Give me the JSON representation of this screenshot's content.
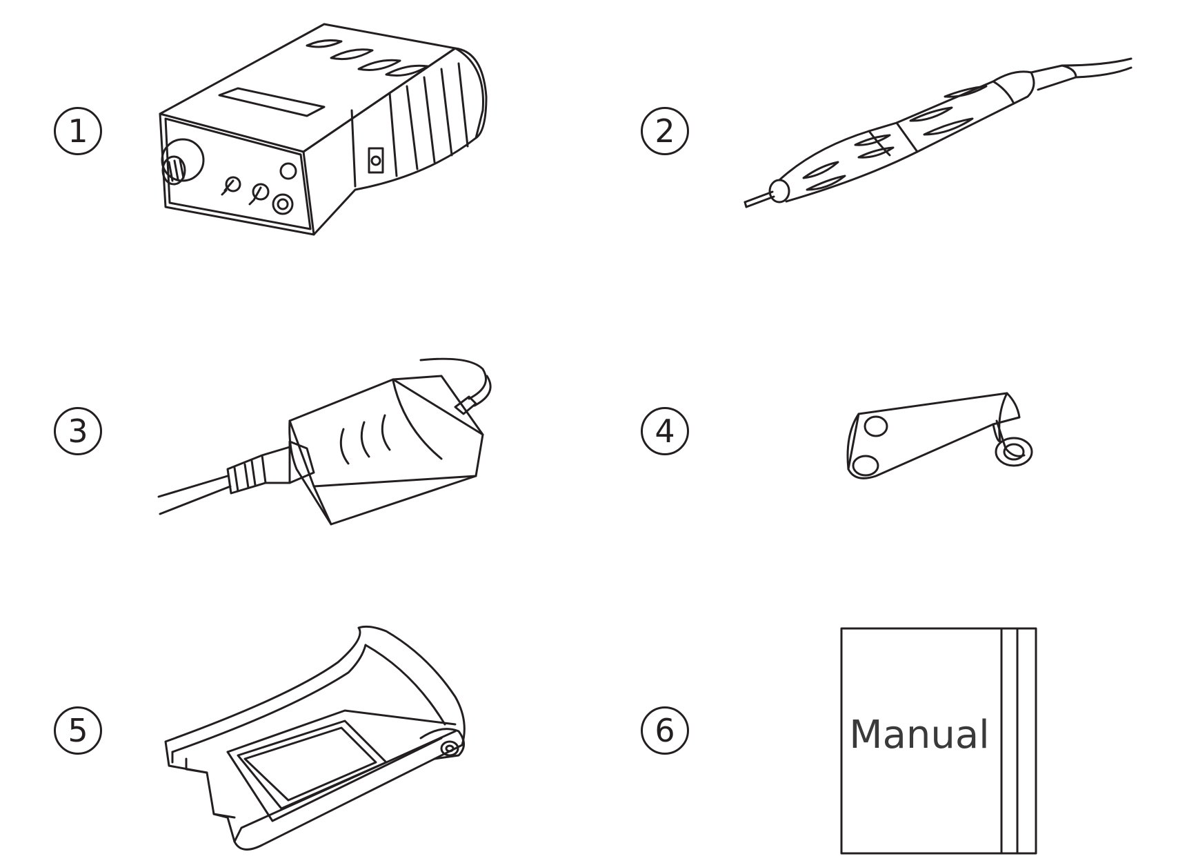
{
  "items": [
    {
      "number": "1",
      "icon": "power-control-unit-icon"
    },
    {
      "number": "2",
      "icon": "handpiece-icon"
    },
    {
      "number": "3",
      "icon": "power-adapter-icon"
    },
    {
      "number": "4",
      "icon": "handpiece-holder-icon"
    },
    {
      "number": "5",
      "icon": "foot-pedal-icon"
    },
    {
      "number": "6",
      "icon": "manual-book-icon"
    }
  ],
  "manual": {
    "label": "Manual"
  },
  "colors": {
    "line": "#231f20",
    "background": "#ffffff"
  }
}
